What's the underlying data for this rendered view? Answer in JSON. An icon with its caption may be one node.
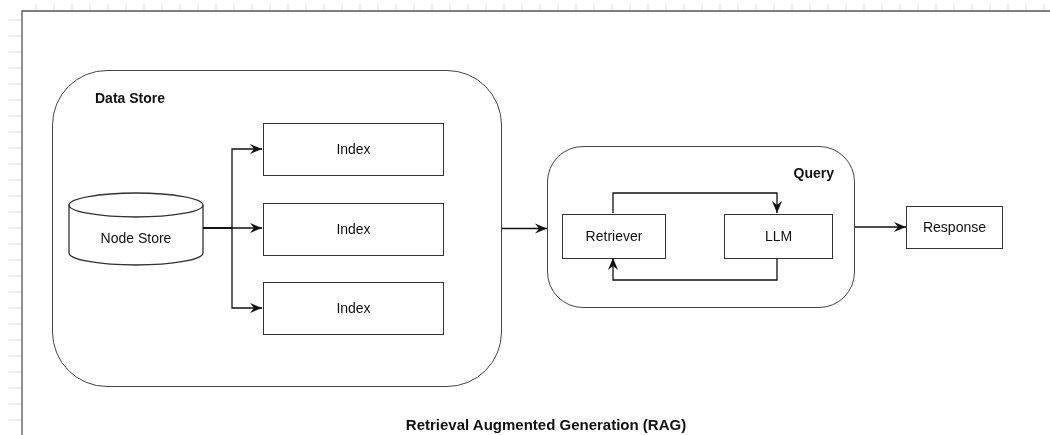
{
  "diagram": {
    "caption": "Retrieval Augmented Generation (RAG)",
    "nodes": [
      {
        "text": [
          "Data Store"
        ]
      },
      {
        "text": [
          "Node Store"
        ],
        "in": 0
      },
      {
        "text": [
          "Index"
        ],
        "in": 0
      },
      {
        "text": [
          "Index"
        ],
        "in": 0
      },
      {
        "text": [
          "Index"
        ],
        "in": 0
      },
      {
        "text": [
          "Query"
        ]
      },
      {
        "text": [
          "Retriever"
        ],
        "in": 5
      },
      {
        "text": [
          "LLM"
        ],
        "in": 5
      },
      {
        "text": [
          "Response"
        ]
      }
    ],
    "edges": [
      {
        "from": 1,
        "to": 2,
        "arrow": "to"
      },
      {
        "from": 1,
        "to": 3,
        "arrow": "to"
      },
      {
        "from": 1,
        "to": 4,
        "arrow": "to"
      },
      {
        "from": 0,
        "to": 5,
        "arrow": "to"
      },
      {
        "from": 6,
        "to": 7,
        "arrow": "to"
      },
      {
        "from": 7,
        "to": 6,
        "arrow": "to"
      },
      {
        "from": 5,
        "to": 8,
        "arrow": "to"
      }
    ]
  }
}
